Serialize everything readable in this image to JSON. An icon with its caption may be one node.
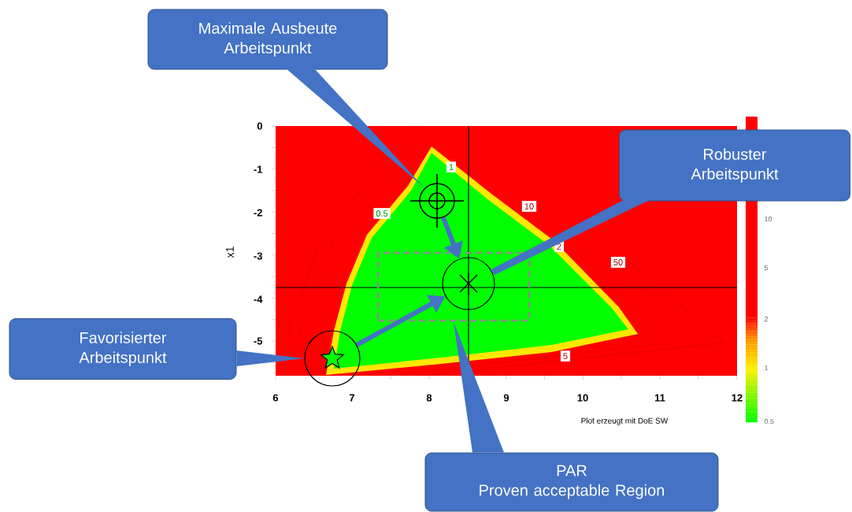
{
  "diagram": {
    "nodes": [
      {
        "text": [
          "Maximale Ausbeute Arbeitspunkt"
        ]
      },
      {
        "text": [
          "Robuster Arbeitspunkt"
        ]
      },
      {
        "text": [
          "Favorisierter Arbeitspunkt"
        ]
      },
      {
        "text": [
          "PAR",
          "Proven acceptable Region"
        ]
      },
      {
        "text": [],
        "shape": "circle"
      },
      {
        "text": [],
        "shape": "circle",
        "in": 7
      },
      {
        "text": [],
        "shape": "circle"
      },
      {
        "text": [],
        "shape": "box"
      }
    ],
    "edges": [
      {
        "from": 0,
        "to": 4,
        "arrow": "none"
      },
      {
        "from": 1,
        "to": 5,
        "arrow": "none"
      },
      {
        "from": 2,
        "to": 6,
        "arrow": "to"
      },
      {
        "from": 3,
        "to": 7,
        "arrow": "to"
      },
      {
        "from": 4,
        "to": 5,
        "arrow": "to"
      },
      {
        "from": 6,
        "to": 5,
        "arrow": "to"
      }
    ],
    "labels": [
      "0",
      "-1",
      "-2",
      "-3",
      "-4",
      "-5",
      "x1",
      "1",
      "0.5",
      "10",
      "2",
      "50",
      "5",
      "6",
      "7",
      "8",
      "9",
      "10",
      "11",
      "12",
      "10",
      "5",
      "2",
      "1",
      "0.5",
      "Plot erzeugt mit DoE SW"
    ]
  }
}
